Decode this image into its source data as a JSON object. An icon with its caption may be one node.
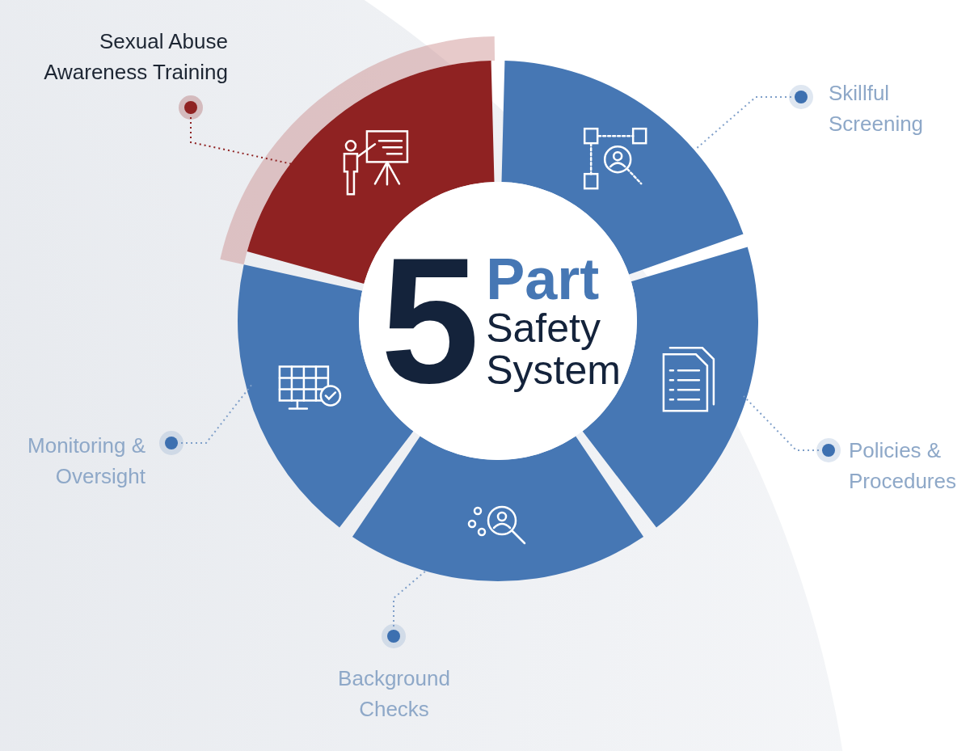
{
  "diagram": {
    "nodes": [
      {
        "text": [
          "5",
          "Part",
          "Safety System"
        ]
      },
      {
        "text": [],
        "shape": "sector"
      },
      {
        "text": [],
        "shape": "sector"
      },
      {
        "text": [],
        "shape": "sector"
      },
      {
        "text": [],
        "shape": "sector"
      },
      {
        "text": [],
        "shape": "sector"
      },
      {
        "text": [
          "Sexual Abuse Awareness Training"
        ]
      },
      {
        "text": [
          "Skillful Screening"
        ]
      },
      {
        "text": [
          "Policies & Procedures"
        ]
      },
      {
        "text": [
          "Background Checks"
        ]
      },
      {
        "text": [
          "Monitoring & Oversight"
        ]
      }
    ],
    "edges": [
      {
        "from": 6,
        "to": 1,
        "arrow": "other",
        "style": "dashed",
        "color": "#8f2222"
      },
      {
        "from": 7,
        "to": 2,
        "arrow": "other",
        "style": "dashed"
      },
      {
        "from": 8,
        "to": 3,
        "arrow": "other",
        "style": "dashed"
      },
      {
        "from": 9,
        "to": 4,
        "arrow": "other",
        "style": "dashed"
      },
      {
        "from": 10,
        "to": 5,
        "arrow": "other",
        "style": "dashed"
      }
    ]
  }
}
